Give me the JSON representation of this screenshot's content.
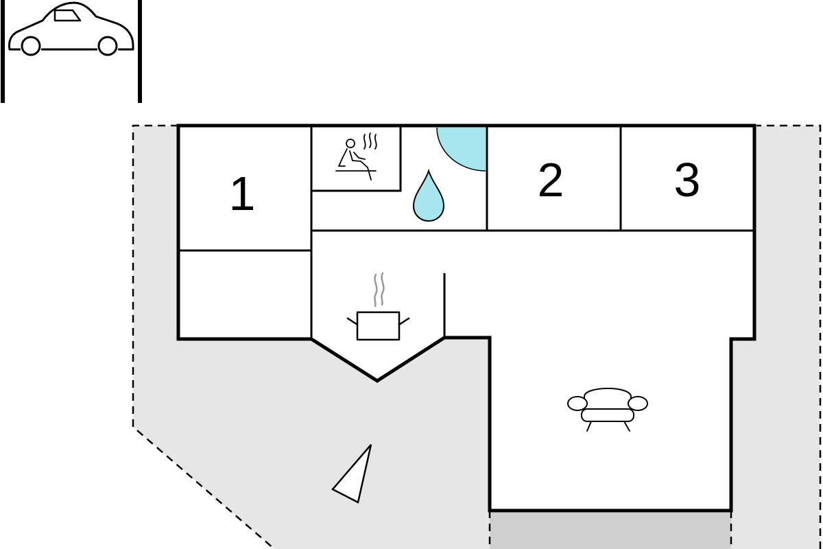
{
  "floorplan": {
    "rooms": [
      {
        "id": "bedroom-1",
        "label": "1",
        "type": "bedroom"
      },
      {
        "id": "bedroom-2",
        "label": "2",
        "type": "bedroom"
      },
      {
        "id": "bedroom-3",
        "label": "3",
        "type": "bedroom"
      },
      {
        "id": "sauna",
        "type": "sauna"
      },
      {
        "id": "bathroom",
        "type": "bathroom"
      },
      {
        "id": "kitchen",
        "type": "kitchen"
      },
      {
        "id": "living-room",
        "type": "living-room"
      },
      {
        "id": "storage",
        "type": "storage"
      },
      {
        "id": "hallway",
        "type": "hallway"
      }
    ],
    "icons": [
      "car-icon",
      "sauna-icon",
      "water-drop-icon",
      "cooking-pot-icon",
      "armchair-icon",
      "north-arrow-icon"
    ],
    "colors": {
      "wall": "#000000",
      "terrace": "#e6e6e6",
      "entrance": "#cfcfcf",
      "water": "#a6e6ee",
      "background": "#ffffff"
    }
  }
}
